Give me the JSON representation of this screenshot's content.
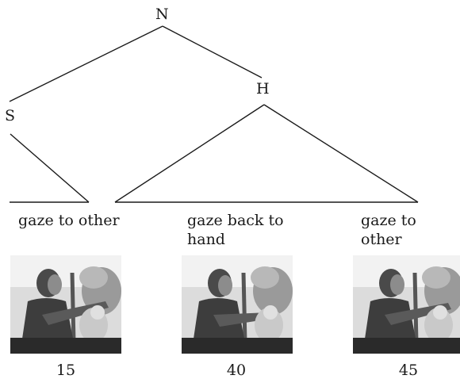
{
  "tree": {
    "nodes": {
      "root": "N",
      "left": "S",
      "right": "H"
    }
  },
  "frames": [
    {
      "caption": "gaze to other",
      "number": "15",
      "icon": "woman-photo-frame"
    },
    {
      "caption": "gaze back to hand",
      "number": "40",
      "icon": "woman-photo-frame"
    },
    {
      "caption": "gaze to other",
      "number": "45",
      "icon": "woman-photo-frame"
    }
  ]
}
